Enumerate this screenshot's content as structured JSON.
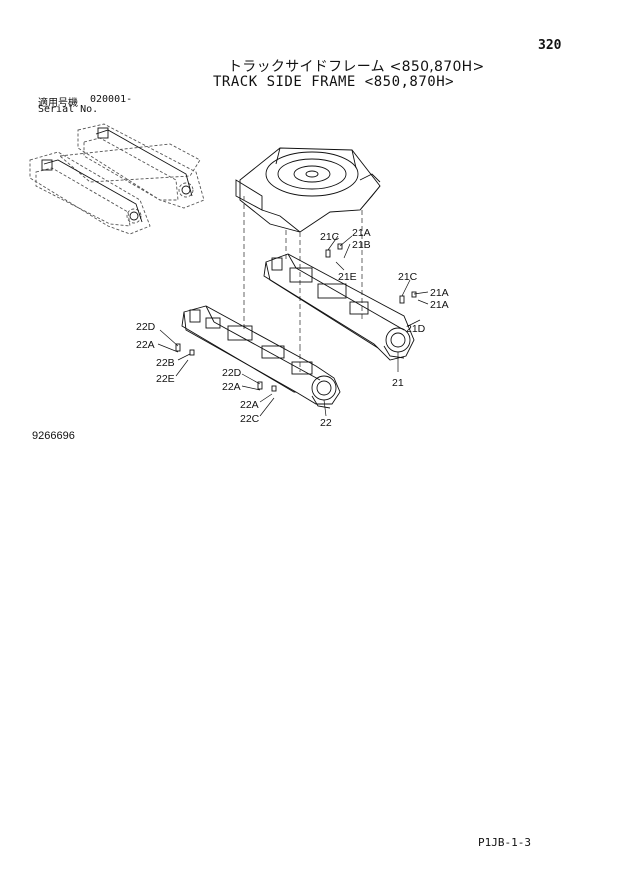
{
  "page_number": "320",
  "title_jp": "トラックサイドフレーム <850,870H>",
  "title_en": "TRACK SIDE FRAME <850,870H>",
  "serial": {
    "label_jp": "適用号機",
    "value": "020001-",
    "label_en": "Serial No."
  },
  "figure_id": "9266696",
  "footer_code": "P1JB-1-3",
  "callouts": [
    "21C",
    "21A",
    "21B",
    "21E",
    "21C",
    "21A",
    "21A",
    "21D",
    "21",
    "22D",
    "22A",
    "22B",
    "22E",
    "22D",
    "22A",
    "22A",
    "22C",
    "22"
  ],
  "colors": {
    "line": "#111111",
    "dashed": "#555555"
  }
}
